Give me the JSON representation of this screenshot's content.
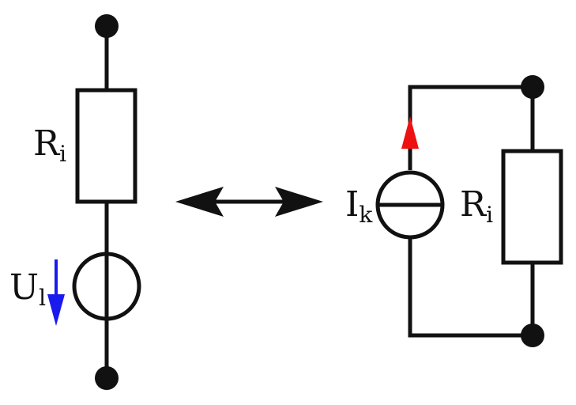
{
  "colors": {
    "wire": "#111111",
    "voltage_arrow": "#1a1aee",
    "current_arrow": "#ee1111",
    "background": "#ffffff"
  },
  "left_circuit": {
    "resistor_label": "R",
    "resistor_subscript": "i",
    "source_label": "U",
    "source_subscript": "l"
  },
  "right_circuit": {
    "source_label": "I",
    "source_subscript": "k",
    "resistor_label": "R",
    "resistor_subscript": "i"
  }
}
